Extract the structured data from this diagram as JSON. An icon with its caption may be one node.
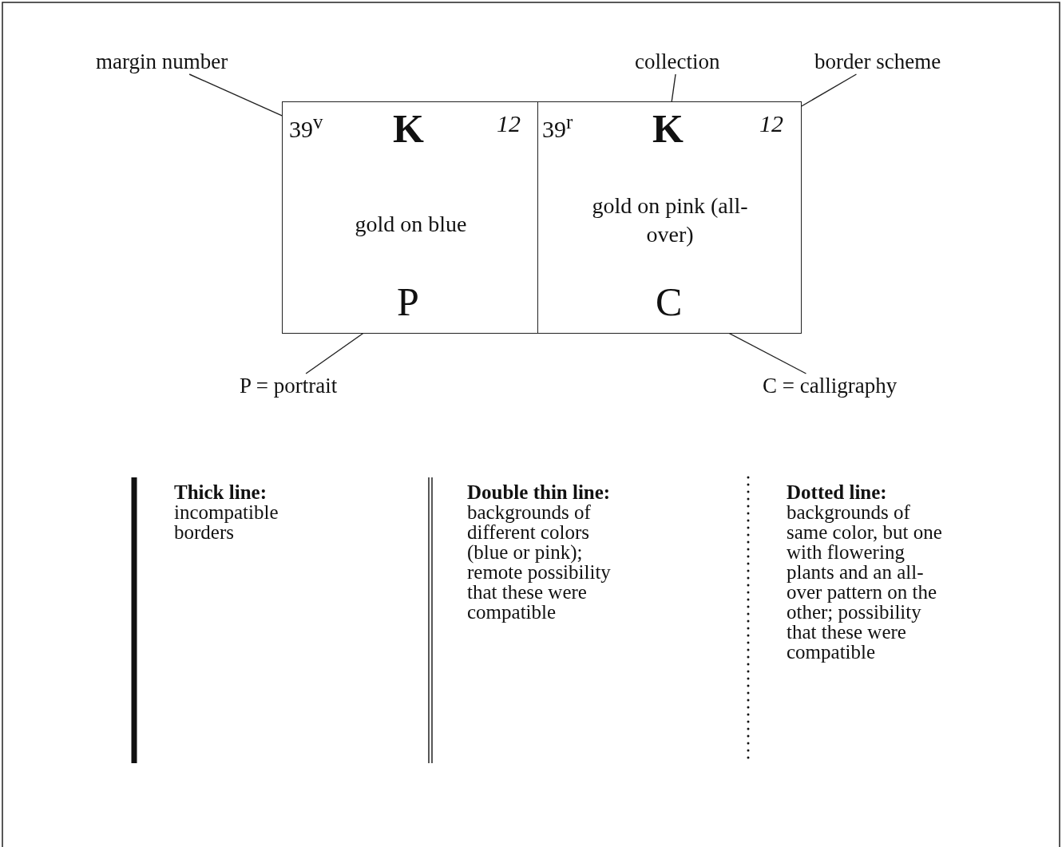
{
  "diagram": {
    "nodes": [
      {
        "text": [
          "margin number"
        ]
      },
      {
        "text": [
          "collection"
        ]
      },
      {
        "text": [
          "border scheme"
        ]
      },
      {
        "text": [
          "gold on blue"
        ]
      },
      {
        "text": [
          "39$^{v}$"
        ],
        "in": 3
      },
      {
        "text": [
          "K"
        ],
        "in": 3
      },
      {
        "text": [
          "12"
        ],
        "in": 3
      },
      {
        "text": [
          "P"
        ],
        "in": 3
      },
      {
        "text": [
          "gold on pink (all-over)"
        ]
      },
      {
        "text": [
          "39$^{r}$"
        ],
        "in": 8
      },
      {
        "text": [
          "K"
        ],
        "in": 8
      },
      {
        "text": [
          "12"
        ],
        "in": 8
      },
      {
        "text": [
          "C"
        ],
        "in": 8
      },
      {
        "text": [
          "P = portrait"
        ]
      },
      {
        "text": [
          "C = calligraphy"
        ]
      }
    ],
    "edges": [
      {
        "from": 0,
        "to": 4,
        "arrow": "none"
      },
      {
        "from": 1,
        "to": 10,
        "arrow": "none"
      },
      {
        "from": 2,
        "to": 11,
        "arrow": "none"
      },
      {
        "from": 13,
        "to": 7,
        "arrow": "none"
      },
      {
        "from": 14,
        "to": 12,
        "arrow": "none"
      }
    ],
    "legend": [
      {
        "text": "**Thick line:** incompatible borders"
      },
      {
        "text": "**Double thin line:** backgrounds of different colors (blue or pink); remote possibility that these were compatible"
      },
      {
        "text": "**Dotted line:** backgrounds of same color, but one with flowering plants and an all-over pattern on the other; possibility that these were compatible"
      }
    ]
  }
}
